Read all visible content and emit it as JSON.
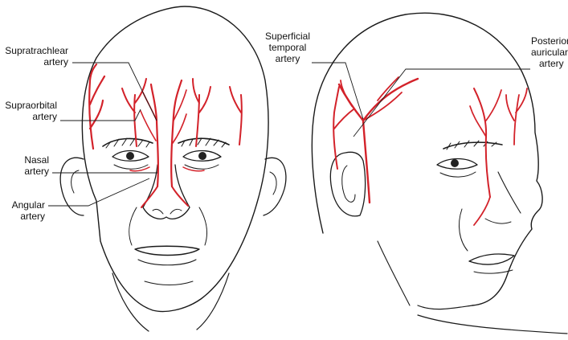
{
  "colors": {
    "ink": "#1a1a1a",
    "artery": "#d3222a",
    "artery_light": "#ef8a8a"
  },
  "labels": {
    "supratrochlear": [
      "Supratrachlear",
      "artery"
    ],
    "supraorbital": [
      "Supraorbital",
      "artery"
    ],
    "nasal": [
      "Nasal",
      "artery"
    ],
    "angular": [
      "Angular",
      "artery"
    ],
    "superficial_temporal": [
      "Superficial",
      "temporal",
      "artery"
    ],
    "posterior_auricular": [
      "Posterior",
      "auricular",
      "artery"
    ]
  }
}
